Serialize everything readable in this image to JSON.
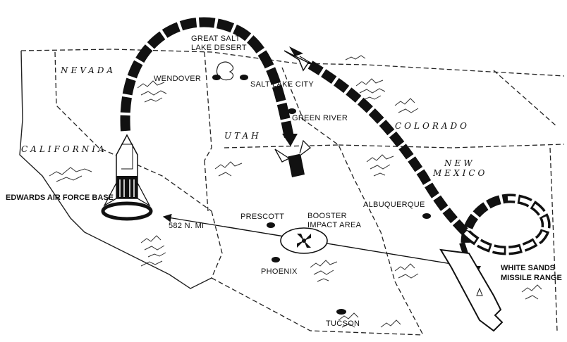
{
  "states": {
    "nevada": "NEVADA",
    "california": "CALIFORNIA",
    "utah": "UTAH",
    "colorado": "COLORADO",
    "new_mexico_line1": "NEW",
    "new_mexico_line2": "MEXICO"
  },
  "places": {
    "wendover": "WENDOVER",
    "great_salt_lake_line1": "GREAT SALT",
    "great_salt_lake_line2": "LAKE DESERT",
    "salt_lake_city": "SALT LAKE CITY",
    "green_river": "GREEN RIVER",
    "prescott": "PRESCOTT",
    "booster_line1": "BOOSTER",
    "booster_line2": "IMPACT AREA",
    "albuquerque": "ALBUQUERQUE",
    "phoenix": "PHOENIX",
    "tucson": "TUCSON",
    "edwards": "EDWARDS AIR FORCE BASE",
    "white_sands_line1": "WHITE SANDS",
    "white_sands_line2": "MISSILE RANGE"
  },
  "distance": "582 N. MI"
}
